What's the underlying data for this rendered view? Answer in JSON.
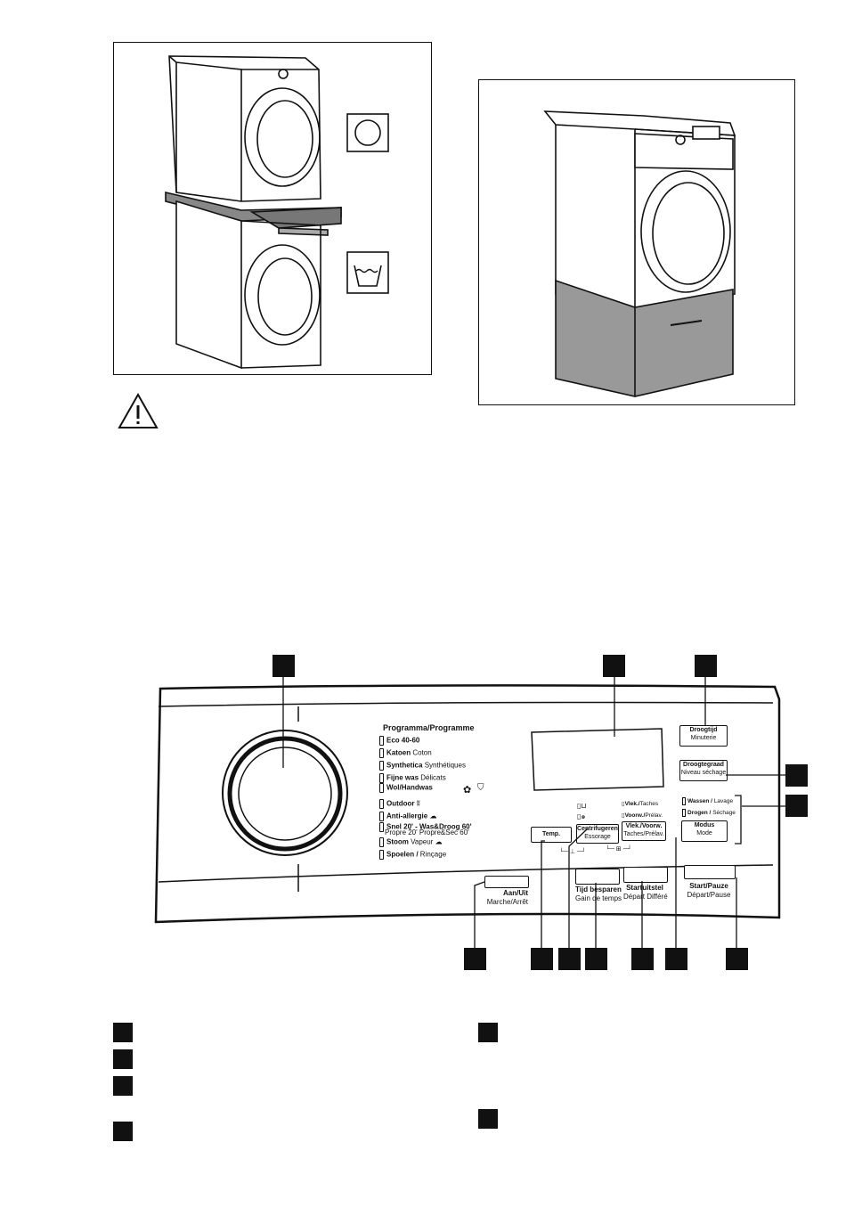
{
  "panel": {
    "programs_header": "Programma/Programme",
    "programs": [
      {
        "nl": "Eco 40-60",
        "fr": ""
      },
      {
        "nl": "Katoen",
        "fr": "Coton"
      },
      {
        "nl": "Synthetica",
        "fr": "Synthétiques"
      },
      {
        "nl": "Fijne was",
        "fr": "Délicats"
      },
      {
        "nl": "Wol/Handwas",
        "fr": ""
      },
      {
        "nl": "Outdoor",
        "fr": ""
      },
      {
        "nl": "Anti-allergie",
        "fr": ""
      },
      {
        "nl": "Snel 20' - Was&Droog 60'",
        "fr": "Propre 20' Propre&Sec 60'"
      },
      {
        "nl": "Stoom",
        "fr": "Vapeur"
      },
      {
        "nl": "Spoelen /",
        "fr": "Rinçage"
      }
    ],
    "droogtijd": {
      "nl": "Droogtijd",
      "fr": "Minuterie"
    },
    "droogtegraad": {
      "nl": "Droogtegraad",
      "fr": "Niveau séchage"
    },
    "wassen": {
      "nl": "Wassen /",
      "fr": "Lavage"
    },
    "drogen": {
      "nl": "Drogen /",
      "fr": "Séchage"
    },
    "modus": {
      "nl": "Modus",
      "fr": "Mode"
    },
    "vlek_small": {
      "nl": "Vlek./",
      "fr": "Taches"
    },
    "voorw_small": {
      "nl": "Voorw./",
      "fr": "Prélav."
    },
    "temp": "Temp.",
    "centrifugeren": {
      "nl": "Centrifugeren",
      "fr": "Essorage"
    },
    "vlek_voorw": {
      "nl": "Vlek./Voorw.",
      "fr": "Taches/Prélav."
    },
    "aan_uit": {
      "nl": "Aan/Uit",
      "fr": "Marche/Arrêt"
    },
    "tijd_besparen": {
      "nl": "Tijd besparen",
      "fr": "Gain de temps"
    },
    "startuitstel": {
      "nl": "Startuitstel",
      "fr": "Départ Différé"
    },
    "start_pauze": {
      "nl": "Start/Pauze",
      "fr": "Départ/Pause"
    }
  }
}
